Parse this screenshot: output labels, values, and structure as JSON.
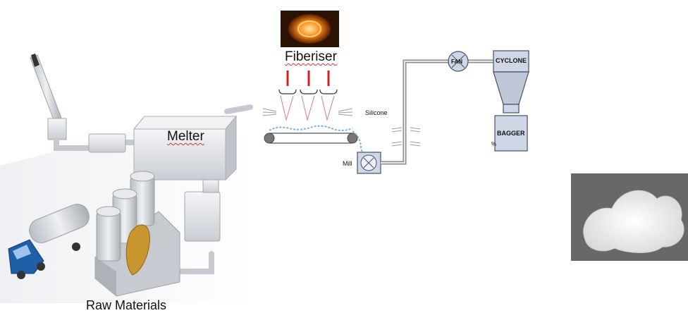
{
  "labels": {
    "melter": "Melter",
    "raw_materials": "Raw Materials",
    "fiberiser": "Fiberiser",
    "silicone": "Silicone",
    "mill": "Mill",
    "fan": "FAN",
    "cyclone": "CYCLONE",
    "bagger": "BAGGER",
    "bagger_mark": "%"
  },
  "colors": {
    "plant_grey": "#d9dde2",
    "truck_cab": "#1f5fa8",
    "tank_ochre": "#c8952e",
    "pipe": "#9a9a9a",
    "unit_fill": "#cfd7e6",
    "hot_glow": "#ff8a1c",
    "fiber_red": "#d81f1f"
  }
}
